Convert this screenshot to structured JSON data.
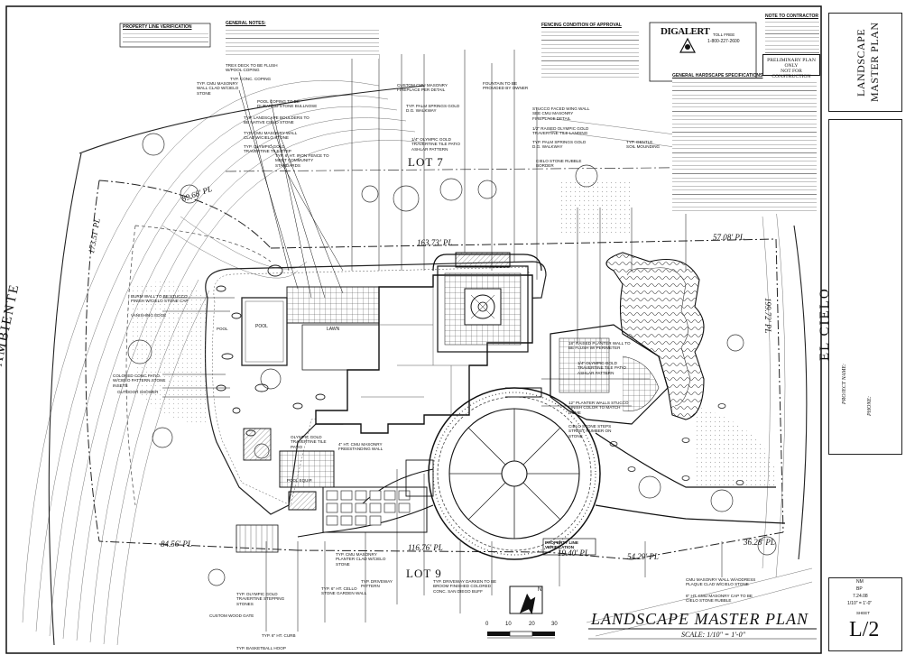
{
  "streets": {
    "left": "VIA AMBIENTE",
    "right": "EL CIELO"
  },
  "lots": {
    "main": "LOT 7",
    "bottom": "LOT 9"
  },
  "labels": {
    "pool": "POOL",
    "lawn": "LAWN",
    "pool_left": "POOL",
    "pool_equip": "POOL EQUIP."
  },
  "property_lines": [
    {
      "text": "163.73' PL"
    },
    {
      "text": "57.08' PL"
    },
    {
      "text": "199.72' PL"
    },
    {
      "text": "54.29' PL"
    },
    {
      "text": "116.76' PL"
    },
    {
      "text": "84.56' PL"
    },
    {
      "text": "173.51' PL"
    },
    {
      "text": "89.68' PL"
    },
    {
      "text": "36.28' PL"
    },
    {
      "text": "19.40' PL"
    }
  ],
  "title_block": {
    "sheet_title": "LANDSCAPE MASTER PLAN",
    "company": "DIGALERT",
    "toll_free": "TOLL FREE",
    "phone": "1-800-227-2600",
    "prelim_line1": "PRELIMINARY PLAN ONLY",
    "prelim_line2": "NOT FOR CONSTRUCTION",
    "project_name": "PROJECT NAME:",
    "phone_label": "PHONE:",
    "drawn": "NM",
    "checked": "BP",
    "date": "7.24.08",
    "scale": "1/10\" = 1'-0\"",
    "sheet": "L/2",
    "sheet_label": "SHEET"
  },
  "main_title": {
    "text": "LANDSCAPE MASTER PLAN",
    "scale": "SCALE: 1/10\" = 1'-0\""
  },
  "scale_bar": {
    "labels": [
      "0",
      "10",
      "20",
      "30"
    ]
  },
  "notes": {
    "property_verification_title": "PROPERTY LINE VERIFICATION",
    "general_notes_title": "GENERAL NOTES:",
    "fencing_title": "FENCING CONDITION OF APPROVAL",
    "note_to_contractor": "NOTE TO CONTRACTOR",
    "hardscape_spec_title": "GENERAL HARDSCAPE SPECIFICATIONS",
    "callouts": [
      "TREX DECK TO BE FLUSH W/POOL COPING",
      "TYP. CONC. COPING",
      "TYP. CMU MASONRY WALL CLAD W/CIELO STONE",
      "POOL COPING TO BE DURANGO STONE BULLNOSE",
      "TYP. LANDSCAPE BOULDERS TO BE NATIVE CIELO STONE",
      "TYP. CMU MASONRY WALL CLAD W/CIELO STONE",
      "TYP. OLYMPIC GOLD TRAVERTINE TILE STEP",
      "TYP. 6' HT. IRON FENCE TO MEET COMMUNITY STANDARDS",
      "CUSTOM CMU MASONRY FIREPLACE PER DETAIL",
      "TYP. PALM SPRINGS GOLD D.G. WALKWAY",
      "1/4\" OLYMPIC GOLD TRAVERTINE TILE PATIO ASHLAR PATTERN",
      "FOUNTAIN TO BE PROVIDED BY OWNER",
      "STUCCO FACED WING WALL SEE CMU MASONRY FIREPLACE DETAIL",
      "1/2\" RAISED OLYMPIC GOLD TRAVERTINE TILE LANDING",
      "TYP. PALM SPRINGS GOLD D.G. WALKWAY",
      "TYP. GENTLE SOIL MOUNDING",
      "CIELO STONE RUBBLE BORDER",
      "18\" RAISED PLANTER WALL TO BE FLUSH W/ PERIMETER",
      "1/4\" OLYMPIC GOLD TRAVERTINE TILE PATIO ASHLAR PATTERN",
      "12\" PLANTER WALLS STUCCO FINISH COLOR TO MATCH HOME",
      "CIELO STONE STEPS STREET NUMBER ON STONE",
      "BURM WALL TO BE STUCCO FINISH W/CIELO STONE CAP",
      "VANISHING EDGE",
      "COLORED CONC PATIO W/CIELO PATTERN STONE INSETS",
      "OUTDOOR SHOWER",
      "OLYMPIC GOLD TRAVERTINE TILE PATIO",
      "4\" HT. CMU MASONRY FREESTANDING WALL",
      "TYP. DRIVEWAY DARKEN TO BE BROOM FINISHED COLORED CONC. SAN DIEGO BUFF",
      "TYP. 6\" HT. CURB",
      "CUSTOM WOOD GATE",
      "TYP. BASKETBALL HOOP",
      "TYP. OLYMPIC GOLD TRAVERTINE STEPPING STONES",
      "TYP. CMU MASONRY PLANTER CLAD W/CIELO STONE",
      "TYP. 6\" HT. CELLO STONE GARDEN WALL",
      "TYP. DRIVEWAY PATTERN",
      "PROPERTY LINE VERIFICATION",
      "CMU MASONRY WALL W/ADDRESS PLAQUE CLAD W/CIELO STONE",
      "6\" HT. CMU MASONRY CAP TO BE CIELO STONE RUBBLE"
    ]
  },
  "compass": {
    "north": "N"
  }
}
